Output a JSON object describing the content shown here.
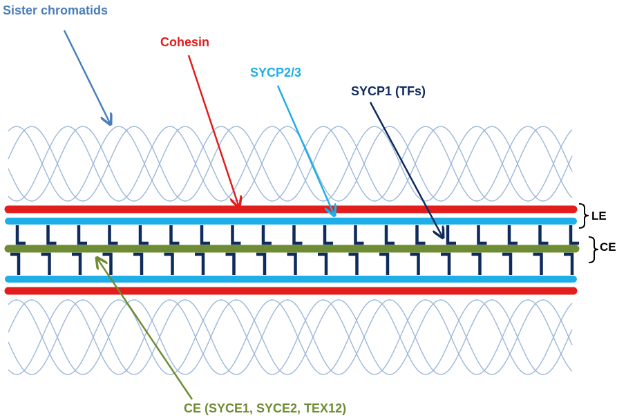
{
  "labels": {
    "sister_chromatids": "Sister chromatids",
    "cohesin": "Cohesin",
    "sycp23": "SYCP2/3",
    "sycp1": "SYCP1 (TFs)",
    "ce_proteins": "CE (SYCE1, SYCE2, TEX12)",
    "le": "LE",
    "ce": "CE"
  },
  "colors": {
    "sister_chromatids": "#4a7ebb",
    "chromatid_strands": "#9bb7d9",
    "cohesin": "#e31c1c",
    "sycp23": "#1eaee8",
    "sycp1": "#0f2a5c",
    "central_element": "#6e8c33",
    "bracket": "#000000"
  }
}
